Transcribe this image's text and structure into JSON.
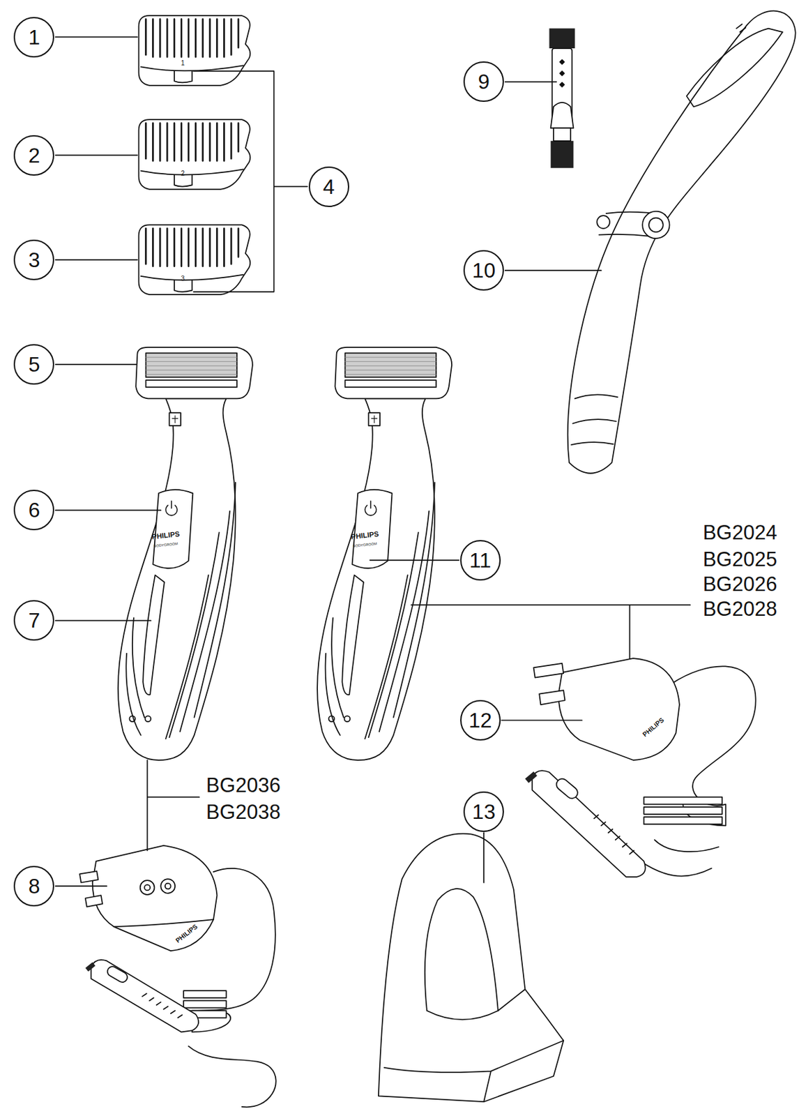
{
  "diagram": {
    "nodes": [
      {
        "text": [
          "1"
        ]
      },
      {
        "text": [
          "2"
        ]
      },
      {
        "text": [
          "3"
        ]
      },
      {
        "text": [
          "4"
        ]
      },
      {
        "text": [
          "5"
        ]
      },
      {
        "text": [
          "6"
        ]
      },
      {
        "text": [
          "7"
        ]
      },
      {
        "text": [
          "8"
        ]
      },
      {
        "text": [
          "9"
        ]
      },
      {
        "text": [
          "10"
        ]
      },
      {
        "text": [
          "11"
        ]
      },
      {
        "text": [
          "12"
        ]
      },
      {
        "text": [
          "13"
        ]
      }
    ],
    "labels": [
      "1",
      "2",
      "3",
      "PHILIPS",
      "BODYGROOM",
      "PHILIPS",
      "BODYGROOM",
      "BG2024",
      "BG2025",
      "BG2026",
      "BG2028",
      "BG2036",
      "BG2038",
      "PHILIPS",
      "PHILIPS"
    ]
  }
}
